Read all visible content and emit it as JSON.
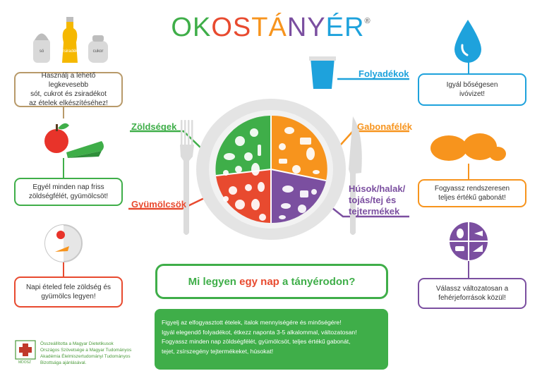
{
  "title": {
    "letters": [
      {
        "ch": "O",
        "color": "#3fae49"
      },
      {
        "ch": "K",
        "color": "#3fae49"
      },
      {
        "ch": "O",
        "color": "#e84a2f"
      },
      {
        "ch": "S",
        "color": "#e84a2f"
      },
      {
        "ch": "T",
        "color": "#f7941d"
      },
      {
        "ch": "Á",
        "color": "#f7941d"
      },
      {
        "ch": "N",
        "color": "#7b4fa0"
      },
      {
        "ch": "Y",
        "color": "#7b4fa0"
      },
      {
        "ch": "É",
        "color": "#1ea2dc"
      },
      {
        "ch": "R",
        "color": "#1ea2dc"
      }
    ],
    "reg": "®"
  },
  "jars": {
    "salt": "só",
    "fat": "zsiradék",
    "sugar": "cukor"
  },
  "categories": {
    "drinks": "Folyadékok",
    "vegetables": "Zöldségek",
    "grains": "Gabonafélék",
    "fruits": "Gyümölcsök",
    "protein_lines": [
      "Húsok/halak/",
      "tojás/tej és",
      "tejtermékek"
    ]
  },
  "tips": {
    "fat": [
      "Használj a lehető legkevesebb",
      "sót, cukrot és zsiradékot",
      "az ételek elkészítéséhez!"
    ],
    "water": [
      "Igyál bőségesen",
      "ivóvizet!"
    ],
    "vegetables": [
      "Egyél minden nap friss",
      "zöldségfélét, gyümölcsöt!"
    ],
    "grains": [
      "Fogyassz rendszeresen",
      "teljes értékű gabonát!"
    ],
    "half": [
      "Napi ételed fele zöldség és",
      "gyümölcs legyen!"
    ],
    "protein": [
      "Válassz változatosan a",
      "fehérjeforrások közül!"
    ]
  },
  "question": {
    "pre": "Mi legyen ",
    "em": "egy nap",
    "post": " a tányérodon?"
  },
  "advice": [
    "Figyelj az elfogyasztott ételek, italok mennyiségére és minőségére!",
    "Igyál elegendő folyadékot, étkezz naponta 3-5 alkalommal, változatosan!",
    "Fogyassz minden nap zöldségfélét, gyümölcsöt, teljes értékű gabonát,",
    "tejet, zsírszegény tejtermékeket, húsokat!"
  ],
  "credit": [
    "Összeállította a Magyar Dietetikusok",
    "Országos Szövetsége a Magyar Tudományos",
    "Akadémia Élelmiszertudományi Tudományos",
    "Bizottsága ajánlásával."
  ],
  "logo": "MDOSZ",
  "colors": {
    "green": "#3fae49",
    "red": "#e84a2f",
    "orange": "#f7941d",
    "purple": "#7b4fa0",
    "blue": "#1ea2dc",
    "tan": "#b89a6a"
  }
}
